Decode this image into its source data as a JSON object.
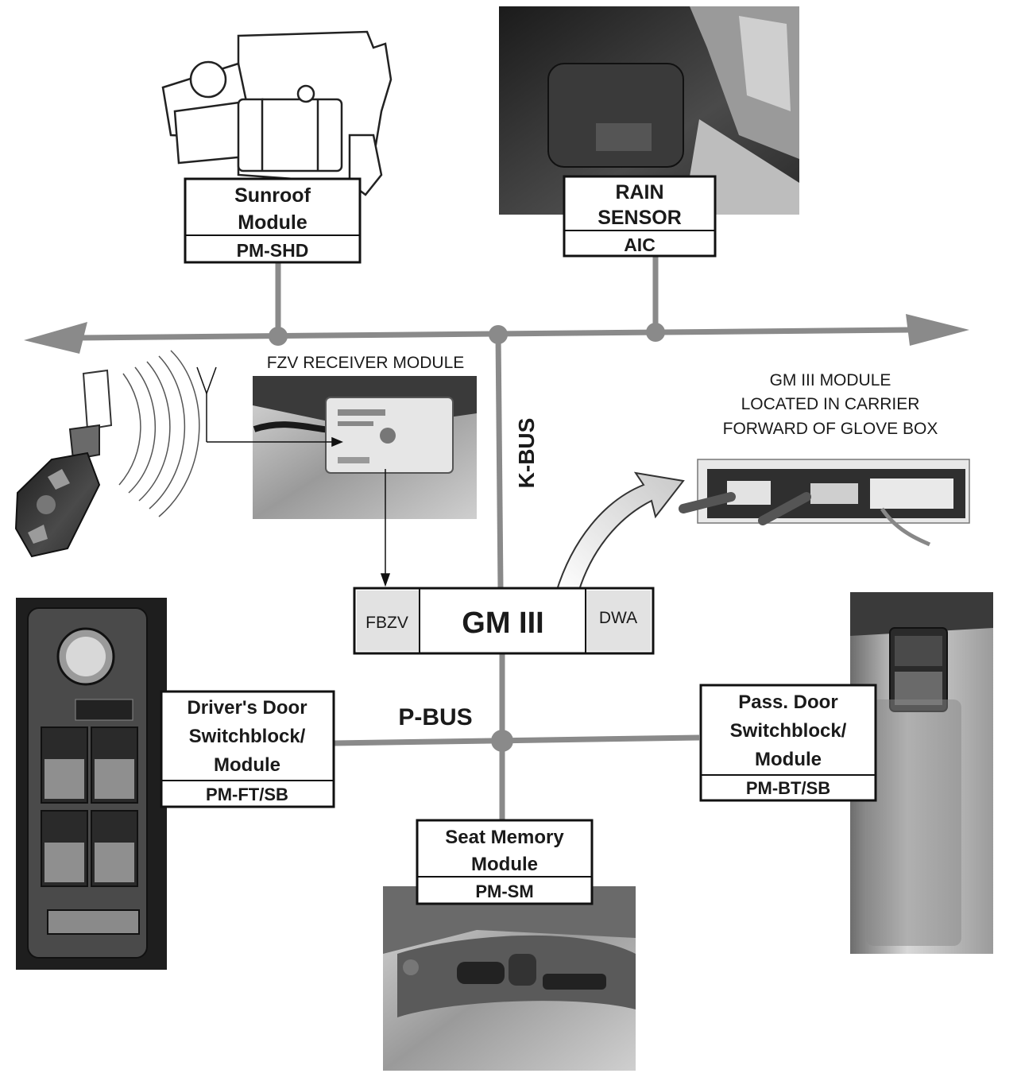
{
  "modules": {
    "sunroof": {
      "line1": "Sunroof",
      "line2": "Module",
      "code": "PM-SHD"
    },
    "rain": {
      "line1": "RAIN",
      "line2": "SENSOR",
      "code": "AIC"
    },
    "fzv": {
      "caption": "FZV RECEIVER MODULE"
    },
    "gm3_note": {
      "line1": "GM III MODULE",
      "line2": "LOCATED IN CARRIER",
      "line3": "FORWARD OF GLOVE BOX"
    },
    "gm3": {
      "left": "FBZV",
      "center": "GM III",
      "right": "DWA"
    },
    "driver": {
      "line1": "Driver's Door",
      "line2": "Switchblock/",
      "line3": "Module",
      "code": "PM-FT/SB"
    },
    "pass": {
      "line1": "Pass. Door",
      "line2": "Switchblock/",
      "line3": "Module",
      "code": "PM-BT/SB"
    },
    "seat": {
      "line1": "Seat Memory",
      "line2": "Module",
      "code": "PM-SM"
    }
  },
  "buses": {
    "k_bus": "K-BUS",
    "p_bus": "P-BUS"
  },
  "colors": {
    "bus": "#8a8a8a",
    "frame": "#111111",
    "photo": "#2b2b2b"
  }
}
